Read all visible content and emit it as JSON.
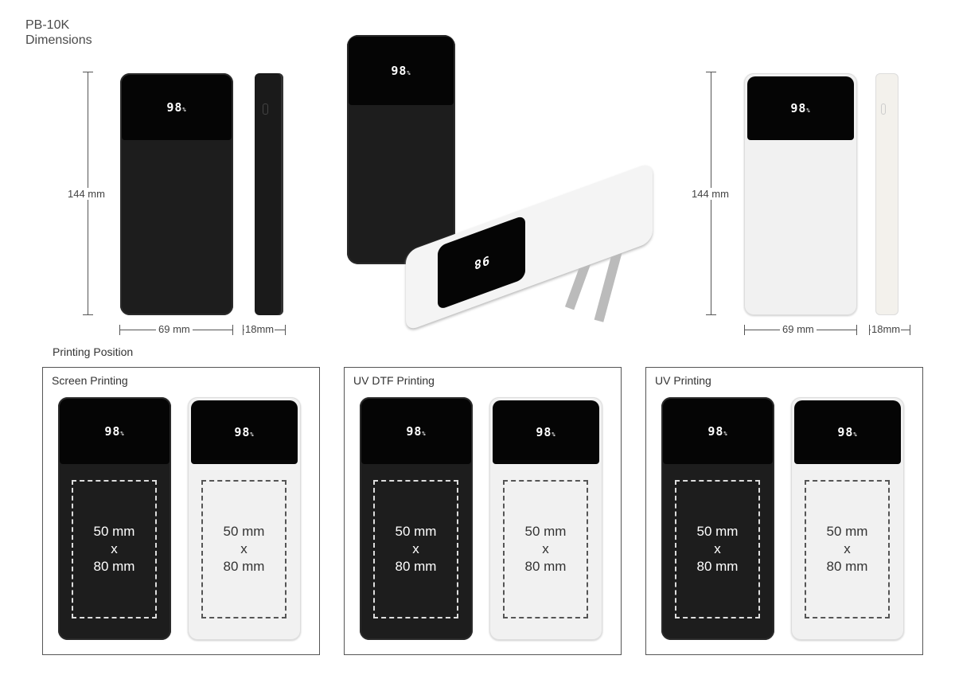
{
  "title": {
    "model": "PB-10K",
    "subtitle": "Dimensions"
  },
  "display_reading": "98",
  "display_unit": "%",
  "dimensions": {
    "height": "144 mm",
    "width": "69 mm",
    "depth": "18mm"
  },
  "printing_position_label": "Printing Position",
  "print_area": {
    "line1": "50 mm",
    "line2": "x",
    "line3": "80 mm"
  },
  "methods": [
    {
      "label": "Screen Printing"
    },
    {
      "label": "UV DTF Printing"
    },
    {
      "label": "UV Printing"
    }
  ],
  "colors": {
    "black_device": "#1d1d1d",
    "white_device": "#f1f1f1",
    "text": "#444444"
  }
}
